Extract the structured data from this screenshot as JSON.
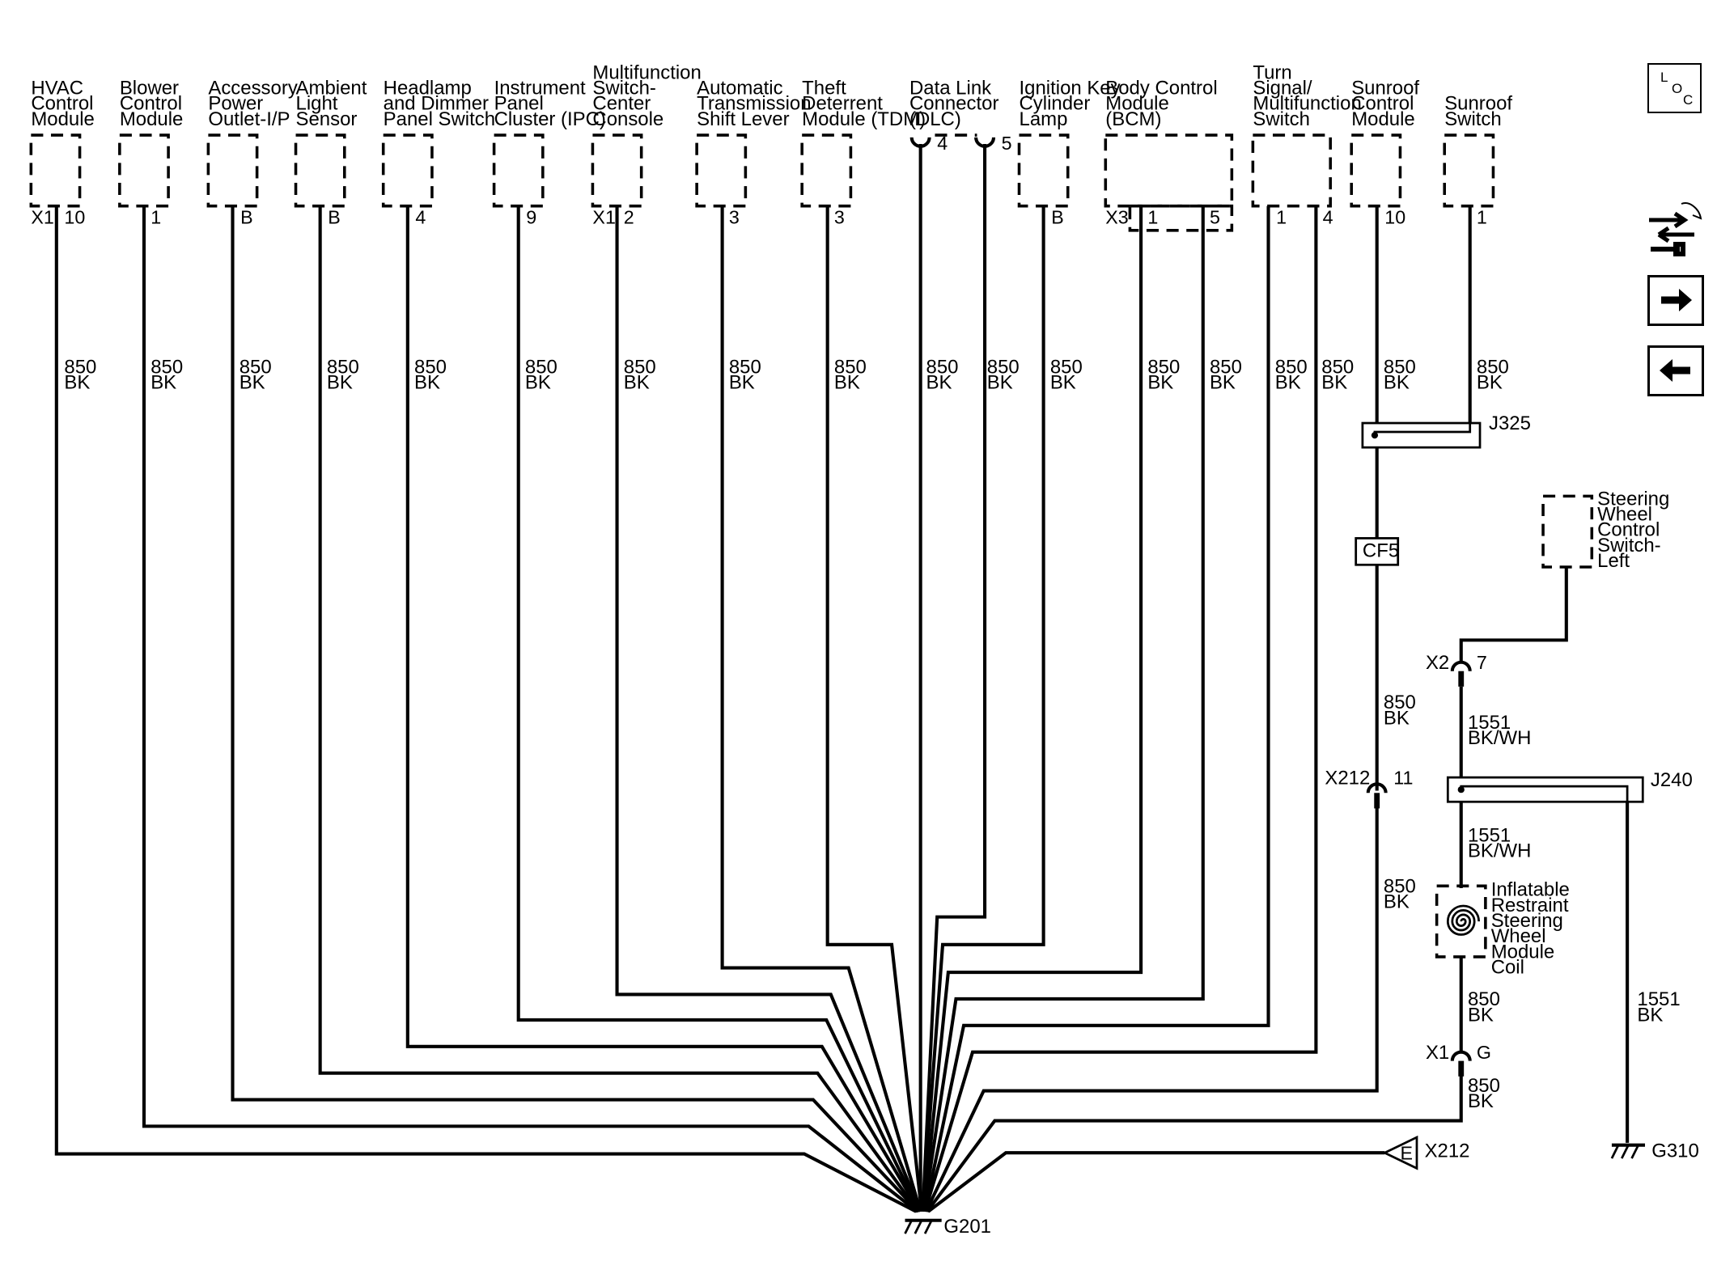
{
  "components": [
    {
      "id": "hvac",
      "lines": [
        "HVAC",
        "Control",
        "Module"
      ],
      "pins": [
        "X1",
        "10"
      ]
    },
    {
      "id": "blower",
      "lines": [
        "Blower",
        "Control",
        "Module"
      ],
      "pins": [
        "1"
      ]
    },
    {
      "id": "accessory",
      "lines": [
        "Accessory",
        "Power",
        "Outlet-I/P"
      ],
      "pins": [
        "B"
      ]
    },
    {
      "id": "ambient",
      "lines": [
        "Ambient",
        "Light",
        "Sensor"
      ],
      "pins": [
        "B"
      ]
    },
    {
      "id": "headlamp",
      "lines": [
        "Headlamp",
        "and Dimmer",
        "Panel Switch"
      ],
      "pins": [
        "4"
      ]
    },
    {
      "id": "ipc",
      "lines": [
        "Instrument",
        "Panel",
        "Cluster (IPC)"
      ],
      "pins": [
        "9"
      ]
    },
    {
      "id": "mfs_console",
      "lines": [
        "Multifunction",
        "Switch-",
        "Center",
        "Console"
      ],
      "pins": [
        "X1",
        "2"
      ]
    },
    {
      "id": "shift_lever",
      "lines": [
        "Automatic",
        "Transmission",
        "Shift Lever"
      ],
      "pins": [
        "3"
      ]
    },
    {
      "id": "tdm",
      "lines": [
        "Theft",
        "Deterrent",
        "Module (TDM)"
      ],
      "pins": [
        "3"
      ]
    },
    {
      "id": "dlc",
      "lines": [
        "Data Link",
        "Connector",
        "(DLC)"
      ],
      "pins": [
        "4",
        "5"
      ]
    },
    {
      "id": "ign_lamp",
      "lines": [
        "Ignition Key",
        "Cylinder",
        "Lamp"
      ],
      "pins": [
        "B"
      ]
    },
    {
      "id": "bcm",
      "lines": [
        "Body Control",
        "Module",
        "(BCM)"
      ],
      "pins": [
        "X3",
        "1",
        "5"
      ]
    },
    {
      "id": "turn_signal",
      "lines": [
        "Turn",
        "Signal/",
        "Multifunction",
        "Switch"
      ],
      "pins": [
        "1",
        "4"
      ]
    },
    {
      "id": "sunroof_module",
      "lines": [
        "Sunroof",
        "Control",
        "Module"
      ],
      "pins": [
        "10"
      ]
    },
    {
      "id": "sunroof_switch",
      "lines": [
        "Sunroof",
        "Switch"
      ],
      "pins": [
        "1"
      ]
    }
  ],
  "wire": {
    "circuit": "850",
    "color": "BK"
  },
  "circuit_1551": {
    "circuit": "1551",
    "color_a": "BK/WH",
    "color_b": "BK"
  },
  "splices": {
    "j325": "J325",
    "j240": "J240"
  },
  "connectors": {
    "cf5": "CF5",
    "x212": "X212",
    "x212_pin": "11",
    "x2": "X2",
    "x2_pin": "7",
    "x1": "X1",
    "x1_pin": "G",
    "x212_e": "E",
    "x212_ref": "X212"
  },
  "grounds": {
    "g201": "G201",
    "g310": "G310"
  },
  "steering_switch": [
    "Steering",
    "Wheel",
    "Control",
    "Switch-",
    "Left"
  ],
  "coil": [
    "Inflatable",
    "Restraint",
    "Steering",
    "Wheel",
    "Module",
    "Coil"
  ],
  "nav": {
    "loc_l": "L",
    "loc_o": "O",
    "loc_c": "C",
    "icons": [
      "service-info-icon",
      "next-page-arrow-icon",
      "previous-page-arrow-icon"
    ]
  }
}
